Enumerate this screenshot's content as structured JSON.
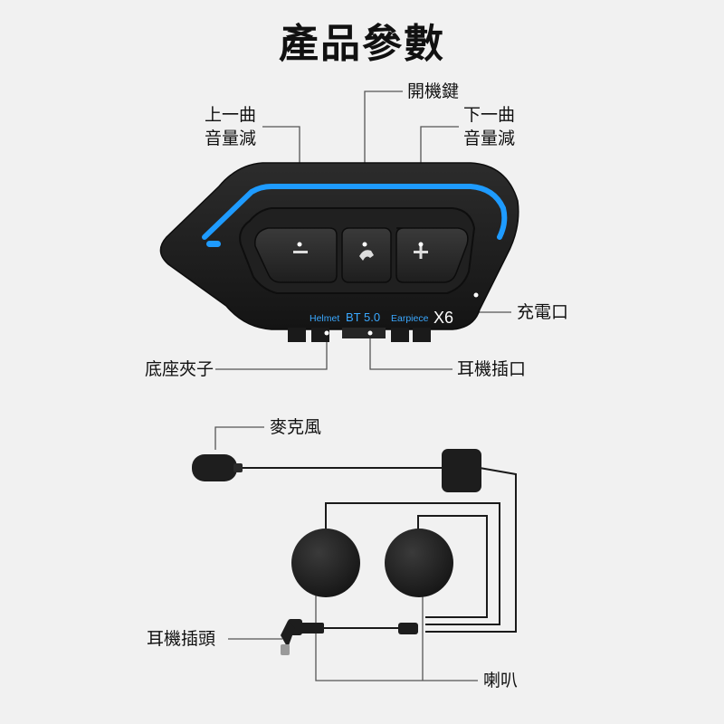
{
  "title": "產品參數",
  "labels": {
    "power": "開機鍵",
    "prev_line1": "上一曲",
    "prev_line2": "音量減",
    "next_line1": "下一曲",
    "next_line2": "音量減",
    "charge": "充電口",
    "clip": "底座夾子",
    "earphone_port": "耳機插口",
    "microphone": "麥克風",
    "plug": "耳機插頭",
    "speaker": "喇叭"
  },
  "device": {
    "brand_text": "Helmet",
    "model_text": "BT 5.0",
    "type_text": "Earpiece",
    "model_id": "X6"
  },
  "colors": {
    "accent_blue": "#1e9bff",
    "body_dark": "#1c1c1c",
    "line_gray": "#555555"
  }
}
